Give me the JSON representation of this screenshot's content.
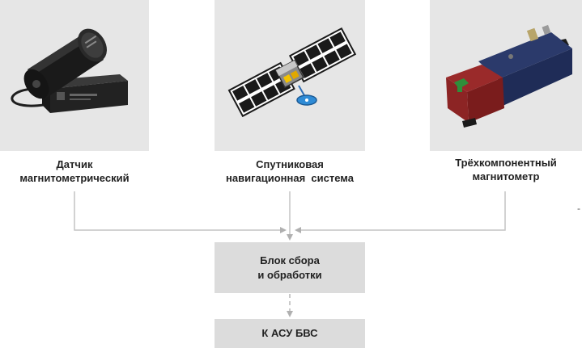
{
  "inputs": [
    {
      "id": "magnetometric-sensor",
      "line1": "Датчик",
      "line2": "магнитометрический",
      "icon": "magnetometric-sensor-icon"
    },
    {
      "id": "satellite-navigation",
      "line1": "Спутниковая",
      "line2": "навигационная  система",
      "icon": "satellite-icon"
    },
    {
      "id": "three-component-magnetometer",
      "line1": "Трёхкомпонентный",
      "line2": "магнитометр",
      "icon": "three-component-magnetometer-icon"
    }
  ],
  "processing_block": {
    "line1": "Блок сбора",
    "line2": "и обработки"
  },
  "output_block": {
    "label": "К АСУ БВС"
  },
  "colors": {
    "photo_background": "#e6e6e6",
    "block_fill": "#dcdcdc",
    "connector_solid": "#c4c4c4",
    "connector_dashed": "#b8b8b8",
    "text": "#222222"
  }
}
